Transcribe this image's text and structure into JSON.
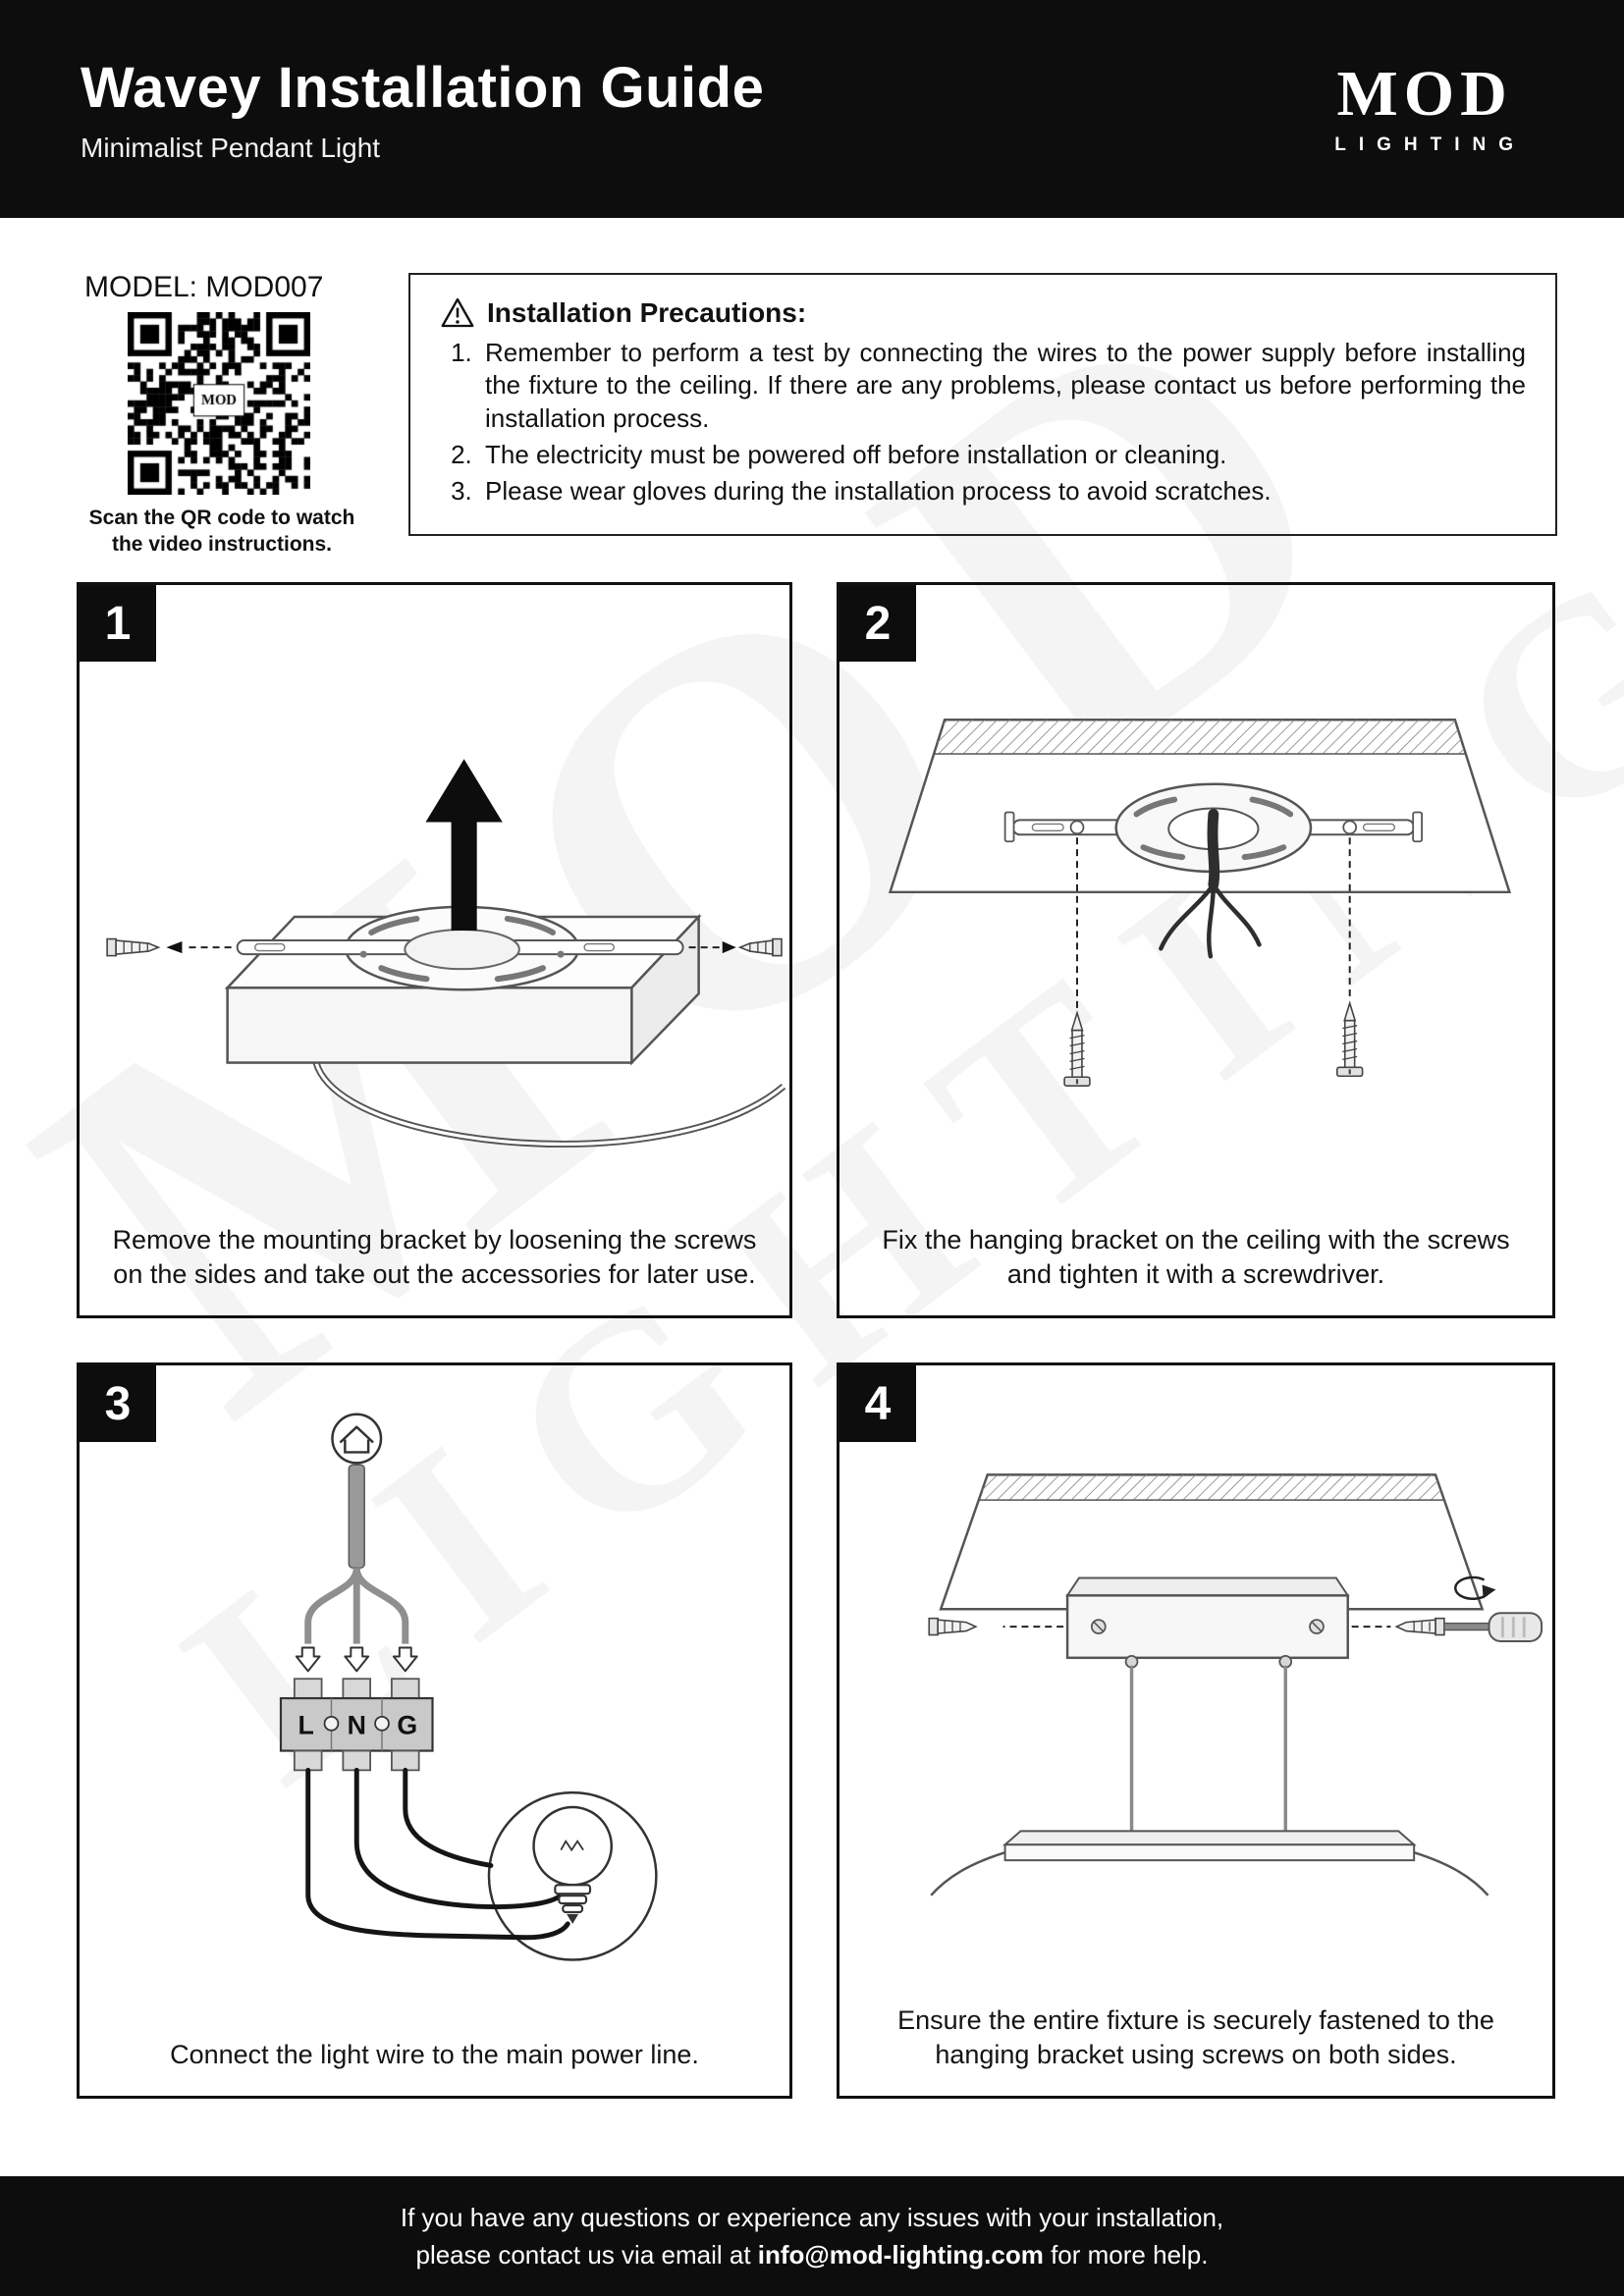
{
  "header": {
    "title": "Wavey Installation Guide",
    "subtitle": "Minimalist Pendant Light",
    "logo": {
      "main": "MOD",
      "sub": "LIGHTING"
    }
  },
  "model": {
    "label": "MODEL: MOD007",
    "qr_caption": "Scan the QR code to watch the video instructions."
  },
  "precautions": {
    "title": "Installation Precautions:",
    "items": [
      "Remember to perform a test by connecting the wires to the power supply before installing the fixture to the ceiling. If there are any problems, please contact us before performing the installation process.",
      "The electricity must be powered off before installation or cleaning.",
      "Please wear gloves during the installation process to avoid scratches."
    ]
  },
  "steps": [
    {
      "number": "1",
      "caption": "Remove the mounting bracket by loosening the screws on the sides and take out the accessories for later use."
    },
    {
      "number": "2",
      "caption": "Fix the hanging bracket on the ceiling with the screws and tighten it with a screwdriver."
    },
    {
      "number": "3",
      "caption": "Connect the light wire to the main power line."
    },
    {
      "number": "4",
      "caption": "Ensure the entire fixture is securely fastened to the hanging bracket using screws on both sides."
    }
  ],
  "wiring": {
    "terminals": [
      "L",
      "N",
      "G"
    ]
  },
  "watermark": {
    "line1": "MOD",
    "line2": "LIGHTING"
  },
  "footer": {
    "line1": "If you have any questions or experience any issues with your installation,",
    "line2_prefix": "please contact us via email at ",
    "email": "info@mod-lighting.com",
    "line2_suffix": " for more help."
  },
  "colors": {
    "header_bg": "#0d0d0d",
    "panel_border": "#111111",
    "text": "#111111"
  }
}
